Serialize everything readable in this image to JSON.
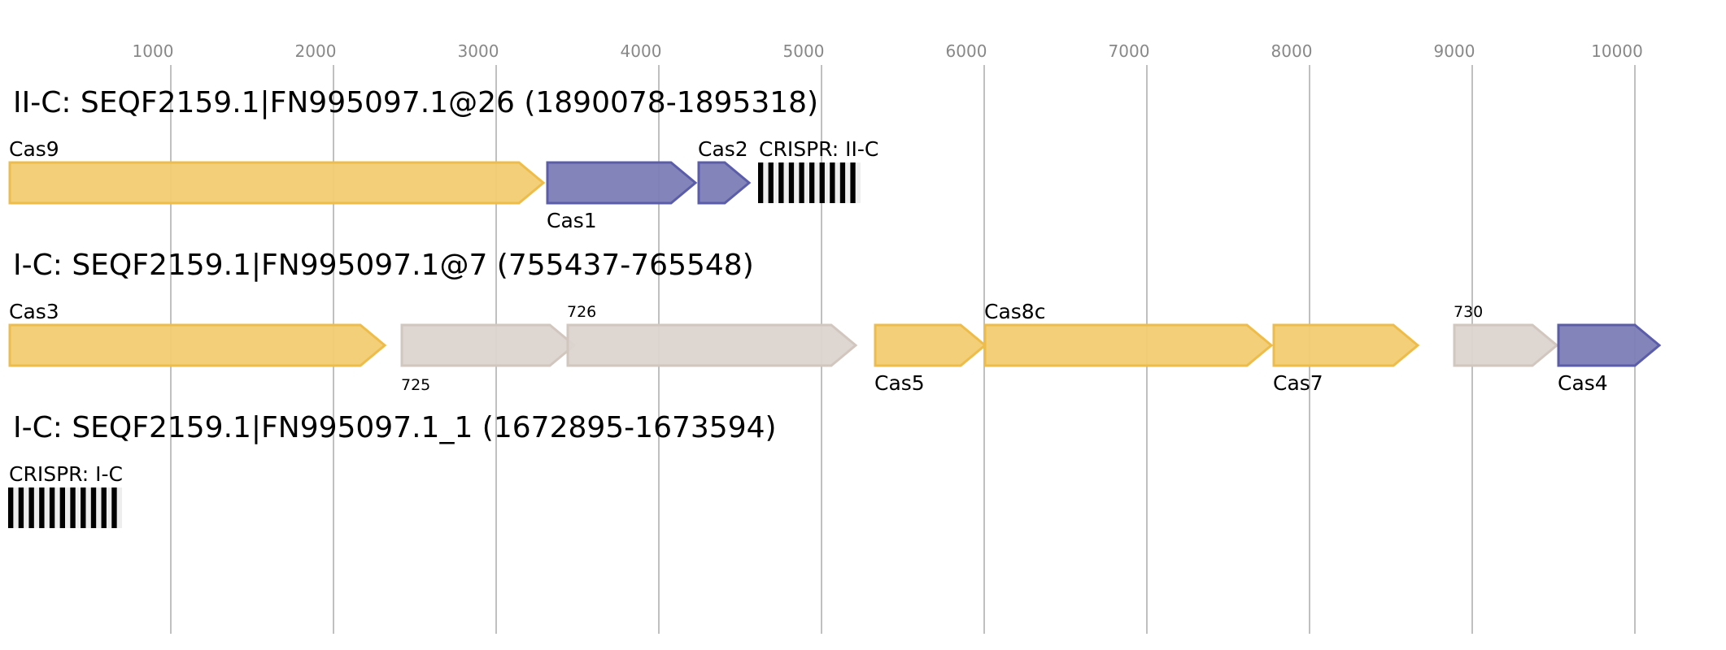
{
  "chart_data": {
    "type": "gene-map",
    "axis": {
      "unit": "bp",
      "range": [
        0,
        10500
      ],
      "ticks": [
        1000,
        2000,
        3000,
        4000,
        5000,
        6000,
        7000,
        8000,
        9000,
        10000
      ],
      "grid": true
    },
    "colors": {
      "core": {
        "fill": "#f2cc72",
        "stroke": "#edbc4a"
      },
      "adaptation": {
        "fill": "#7b7db6",
        "stroke": "#5b5da8"
      },
      "other": {
        "fill": "#dbd4cf",
        "stroke": "#d1c7bf"
      },
      "crispr_dark": "#000000",
      "crispr_light": "#eeeeee"
    },
    "rows": [
      {
        "title": "II-C: SEQF2159.1|FN995097.1@26 (1890078-1895318)",
        "features": [
          {
            "kind": "gene",
            "label": "Cas9",
            "start": 0,
            "end": 3290,
            "class": "core",
            "label_pos": "above",
            "label_size": "normal"
          },
          {
            "kind": "gene",
            "label": "Cas1",
            "start": 3305,
            "end": 4225,
            "class": "adaptation",
            "label_pos": "below",
            "label_size": "normal"
          },
          {
            "kind": "gene",
            "label": "Cas2",
            "start": 4235,
            "end": 4555,
            "class": "adaptation",
            "label_pos": "above",
            "label_size": "normal"
          },
          {
            "kind": "crispr",
            "label": "CRISPR: II-C",
            "start": 4610,
            "end": 5240,
            "repeats": 10,
            "label_pos": "above",
            "label_size": "normal"
          }
        ]
      },
      {
        "title": "I-C: SEQF2159.1|FN995097.1@7 (755437-765548)",
        "features": [
          {
            "kind": "gene",
            "label": "Cas3",
            "start": 0,
            "end": 2315,
            "class": "core",
            "label_pos": "above",
            "label_size": "normal"
          },
          {
            "kind": "gene",
            "label": "725",
            "start": 2410,
            "end": 3480,
            "class": "other",
            "label_pos": "below",
            "label_size": "small"
          },
          {
            "kind": "gene",
            "label": "726",
            "start": 3430,
            "end": 5210,
            "class": "other",
            "label_pos": "above",
            "label_size": "small"
          },
          {
            "kind": "gene",
            "label": "Cas5",
            "start": 5320,
            "end": 6005,
            "class": "core",
            "label_pos": "below",
            "label_size": "normal"
          },
          {
            "kind": "gene",
            "label": "Cas8c",
            "start": 5995,
            "end": 7765,
            "class": "core",
            "label_pos": "above",
            "label_size": "normal"
          },
          {
            "kind": "gene",
            "label": "Cas7",
            "start": 7770,
            "end": 8665,
            "class": "core",
            "label_pos": "below",
            "label_size": "normal"
          },
          {
            "kind": "gene",
            "label": "730",
            "start": 8880,
            "end": 9520,
            "class": "other",
            "label_pos": "above",
            "label_size": "small"
          },
          {
            "kind": "gene",
            "label": "Cas4",
            "start": 9520,
            "end": 10150,
            "class": "adaptation",
            "label_pos": "below",
            "label_size": "normal"
          }
        ]
      },
      {
        "title": "I-C: SEQF2159.1|FN995097.1_1 (1672895-1673594)",
        "features": [
          {
            "kind": "crispr",
            "label": "CRISPR: I-C",
            "start": 0,
            "end": 700,
            "repeats": 11,
            "label_pos": "above",
            "label_size": "normal"
          }
        ]
      }
    ]
  }
}
